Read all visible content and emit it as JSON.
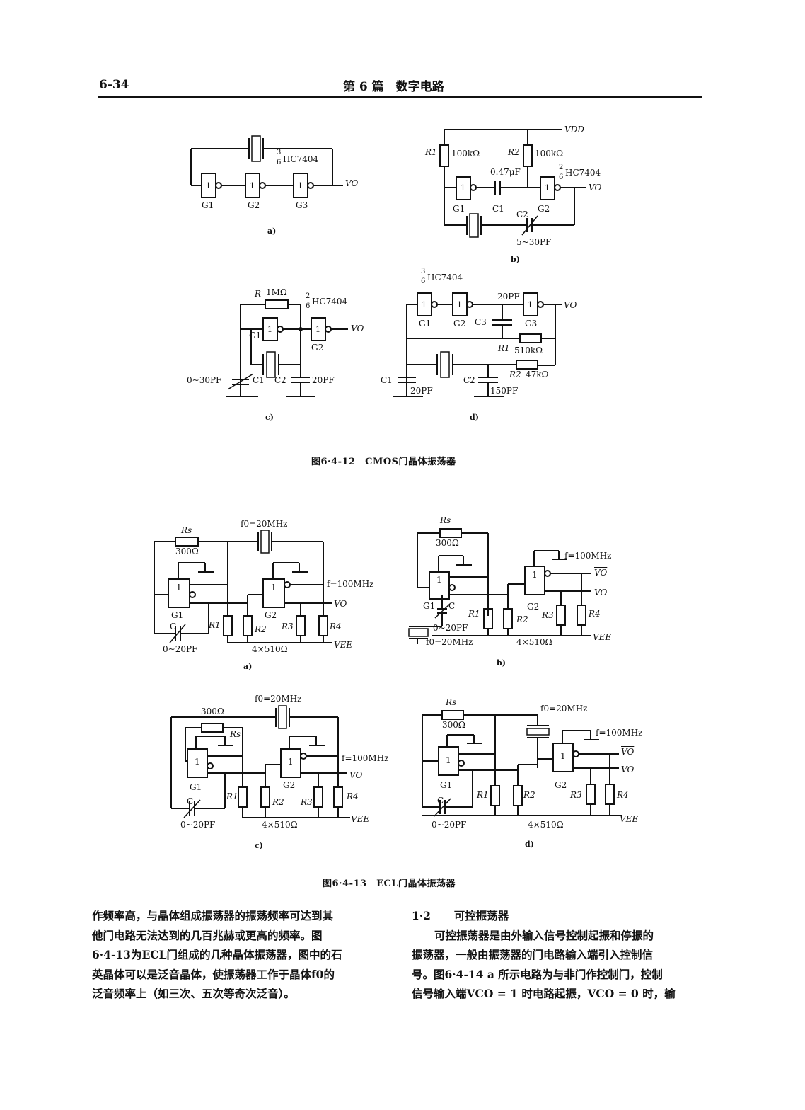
{
  "header": {
    "page_number": "6-34",
    "section_title": "第 6 篇　数字电路"
  },
  "figure_12": {
    "caption": "图6·4-12　CMOS门晶体振荡器",
    "a": {
      "sublabel": "a)",
      "chip": "HC7404",
      "frac_num": "3",
      "frac_den": "6",
      "gates": [
        "G1",
        "G2",
        "G3"
      ],
      "output": "VO"
    },
    "b": {
      "sublabel": "b)",
      "supply": "VDD",
      "r1": "R1",
      "r1_value": "100kΩ",
      "r2": "R2",
      "r2_value": "100kΩ",
      "c1_value": "0.47μF",
      "chip": "HC7404",
      "frac_num": "2",
      "frac_den": "6",
      "gates": [
        "G1",
        "G2"
      ],
      "c1": "C1",
      "c2": "C2",
      "c2_value": "5~30PF",
      "output": "VO"
    },
    "c": {
      "sublabel": "c)",
      "r": "R",
      "r_value": "1MΩ",
      "chip": "HC7404",
      "frac_num": "2",
      "frac_den": "6",
      "gates": [
        "G1",
        "G2"
      ],
      "c1": "C1",
      "c1_value": "0~30PF",
      "c2": "C2",
      "c2_value": "20PF",
      "output": "VO"
    },
    "d": {
      "sublabel": "d)",
      "chip": "HC7404",
      "frac_num": "3",
      "frac_den": "6",
      "gates": [
        "G1",
        "G2",
        "G3"
      ],
      "c3": "C3",
      "c3_value": "20PF",
      "r1": "R1",
      "r1_value": "510kΩ",
      "r2": "R2",
      "r2_value": "47kΩ",
      "c1": "C1",
      "c1_value": "20PF",
      "c2": "C2",
      "c2_value": "150PF",
      "output": "VO"
    }
  },
  "figure_13": {
    "caption": "图6·4-13　ECL门晶体振荡器",
    "a": {
      "sublabel": "a)",
      "rs": "Rs",
      "rs_value": "300Ω",
      "f0": "f0=20MHz",
      "f": "f=100MHz",
      "gates": [
        "G1",
        "G2"
      ],
      "c": "C",
      "c_value": "0~20PF",
      "resistors": [
        "R1",
        "R2",
        "R3",
        "R4"
      ],
      "res_value": "4×510Ω",
      "output": "VO",
      "vee": "VEE"
    },
    "b": {
      "sublabel": "b)",
      "rs": "Rs",
      "rs_value": "300Ω",
      "f0": "f0=20MHz",
      "f": "f=100MHz",
      "gates": [
        "G1",
        "G2"
      ],
      "c": "C",
      "c_value": "0~20PF",
      "resistors": [
        "R1",
        "R2",
        "R3",
        "R4"
      ],
      "res_value": "4×510Ω",
      "output_bar": "VO",
      "output": "VO",
      "vee": "VEE"
    },
    "c": {
      "sublabel": "c)",
      "rs": "Rs",
      "rs_value": "300Ω",
      "f0": "f0=20MHz",
      "f": "f=100MHz",
      "gates": [
        "G1",
        "G2"
      ],
      "c": "C",
      "c_value": "0~20PF",
      "resistors": [
        "R1",
        "R2",
        "R3",
        "R4"
      ],
      "res_value": "4×510Ω",
      "output": "VO",
      "vee": "VEE"
    },
    "d": {
      "sublabel": "d)",
      "rs": "Rs",
      "rs_value": "300Ω",
      "f0": "f0=20MHz",
      "f": "f=100MHz",
      "gates": [
        "G1",
        "G2"
      ],
      "c": "C",
      "c_value": "0~20PF",
      "resistors": [
        "R1",
        "R2",
        "R3",
        "R4"
      ],
      "res_value": "4×510Ω",
      "output_bar": "VO",
      "output": "VO",
      "vee": "VEE"
    }
  },
  "text_left": [
    "作频率高，与晶体组成振荡器的振荡频率可达到其",
    "他门电路无法达到的几百兆赫或更高的频率。图",
    "6·4-13为ECL门组成的几种晶体振荡器，图中的石",
    "英晶体可以是泛音晶体，使振荡器工作于晶体f0的",
    "泛音频率上（如三次、五次等奇次泛音）。"
  ],
  "section": {
    "number": "1·2",
    "title": "可控振荡器"
  },
  "text_right": [
    "可控振荡器是由外输入信号控制起振和停振的",
    "振荡器，一般由振荡器的门电路输入端引入控制信",
    "号。图6·4-14 a 所示电路为与非门作控制门，控制",
    "信号输入端VCO = 1 时电路起振，VCO = 0 时，输"
  ]
}
